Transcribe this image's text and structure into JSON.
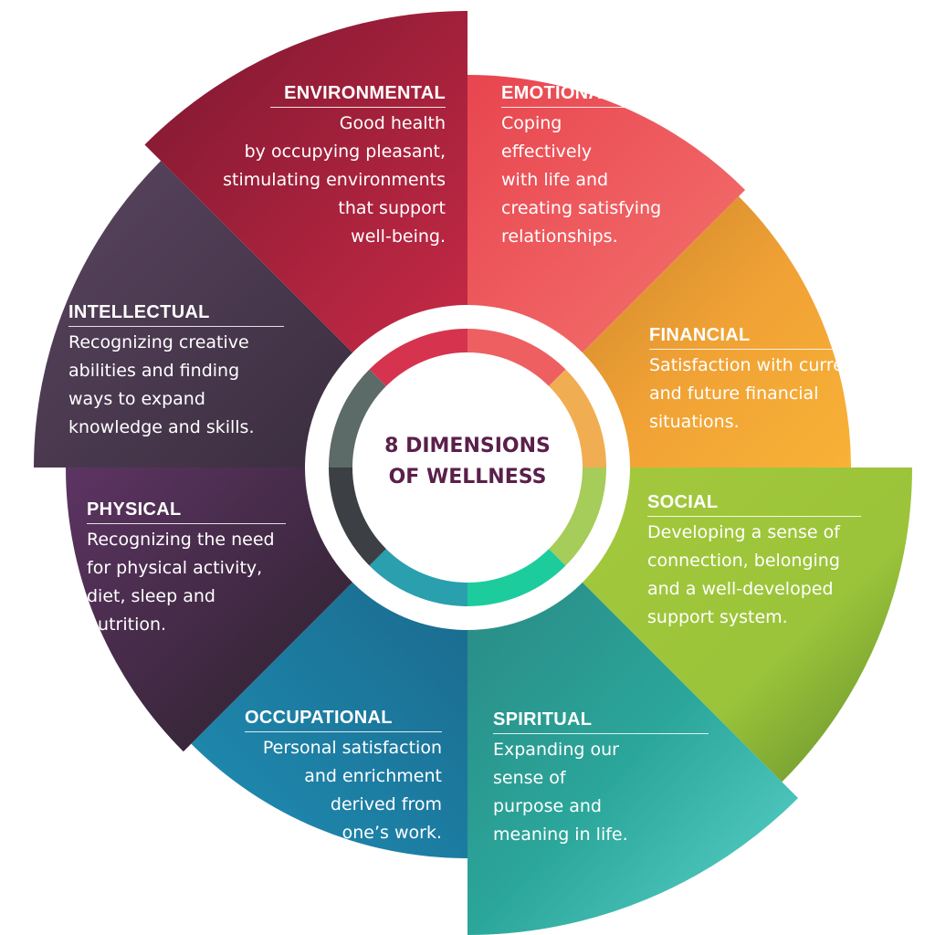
{
  "center": {
    "title_lines": [
      "8 DIMENSIONS",
      "OF WELLNESS"
    ],
    "color": "#5a1f4a"
  },
  "dimensions": [
    {
      "name": "EMOTIONAL",
      "lines": [
        "Coping",
        "effectively",
        "with life and",
        "creating satisfying",
        "relationships."
      ],
      "color": "#ee5f62",
      "ring_color": "#ee5f62",
      "align": "left"
    },
    {
      "name": "FINANCIAL",
      "lines": [
        "Satisfaction with current",
        "and future financial",
        "situations."
      ],
      "color": "#f2a93a",
      "ring_color": "#f1ad52",
      "align": "left"
    },
    {
      "name": "SOCIAL",
      "lines": [
        "Developing a sense of",
        "connection, belonging",
        "and a well-developed",
        "support system."
      ],
      "color": "#9dc43c",
      "ring_color": "#a6cc59",
      "align": "left"
    },
    {
      "name": "SPIRITUAL",
      "lines": [
        "Expanding our",
        "sense of",
        "purpose and",
        "meaning in life."
      ],
      "color": "#2aa99a",
      "ring_color": "#1dcc9c",
      "align": "left"
    },
    {
      "name": "OCCUPATIONAL",
      "lines": [
        "Personal satisfaction",
        "and enrichment",
        "derived from",
        "one’s work."
      ],
      "color": "#1f82a4",
      "ring_color": "#2a9fae",
      "align": "right"
    },
    {
      "name": "PHYSICAL",
      "lines": [
        "Recognizing the need",
        "for physical activity,",
        "diet, sleep and",
        "nutrition."
      ],
      "color": "#4b2a50",
      "ring_color": "#3c3f43",
      "align": "left"
    },
    {
      "name": "INTELLECTUAL",
      "lines": [
        "Recognizing creative",
        "abilities and finding",
        "ways to expand",
        "knowledge and skills."
      ],
      "color": "#4b3b52",
      "ring_color": "#5c6a68",
      "align": "left"
    },
    {
      "name": "ENVIRONMENTAL",
      "lines": [
        "Good health",
        "by occupying pleasant,",
        "stimulating environments",
        "that support",
        "well-being."
      ],
      "color": "#a41d3c",
      "ring_color": "#d6334f",
      "align": "right"
    }
  ]
}
